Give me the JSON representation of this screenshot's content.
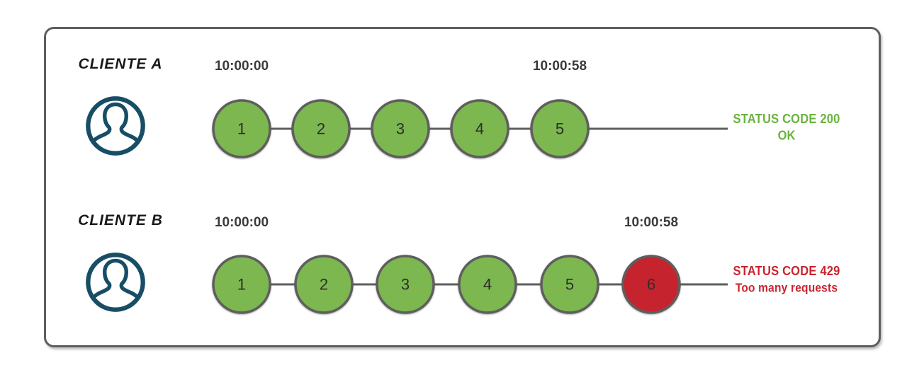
{
  "colors": {
    "request_ok": "#7cb750",
    "request_blocked": "#c5242f",
    "status_ok_text": "#6ab33e",
    "status_error_text": "#c9242e",
    "avatar_navy": "#174e66",
    "stroke_gray": "#5e5e5e"
  },
  "icons": {
    "avatar": "user-avatar-icon"
  },
  "clients": [
    {
      "name": "CLIENTE A",
      "start_time": "10:00:00",
      "end_time": "10:00:58",
      "requests": [
        {
          "label": "1",
          "state": "ok"
        },
        {
          "label": "2",
          "state": "ok"
        },
        {
          "label": "3",
          "state": "ok"
        },
        {
          "label": "4",
          "state": "ok"
        },
        {
          "label": "5",
          "state": "ok"
        }
      ],
      "status": {
        "line1": "STATUS CODE 200",
        "line2": "OK"
      }
    },
    {
      "name": "CLIENTE B",
      "start_time": "10:00:00",
      "end_time": "10:00:58",
      "requests": [
        {
          "label": "1",
          "state": "ok"
        },
        {
          "label": "2",
          "state": "ok"
        },
        {
          "label": "3",
          "state": "ok"
        },
        {
          "label": "4",
          "state": "ok"
        },
        {
          "label": "5",
          "state": "ok"
        },
        {
          "label": "6",
          "state": "blocked"
        }
      ],
      "status": {
        "line1": "STATUS CODE 429",
        "line2": "Too many requests"
      }
    }
  ]
}
